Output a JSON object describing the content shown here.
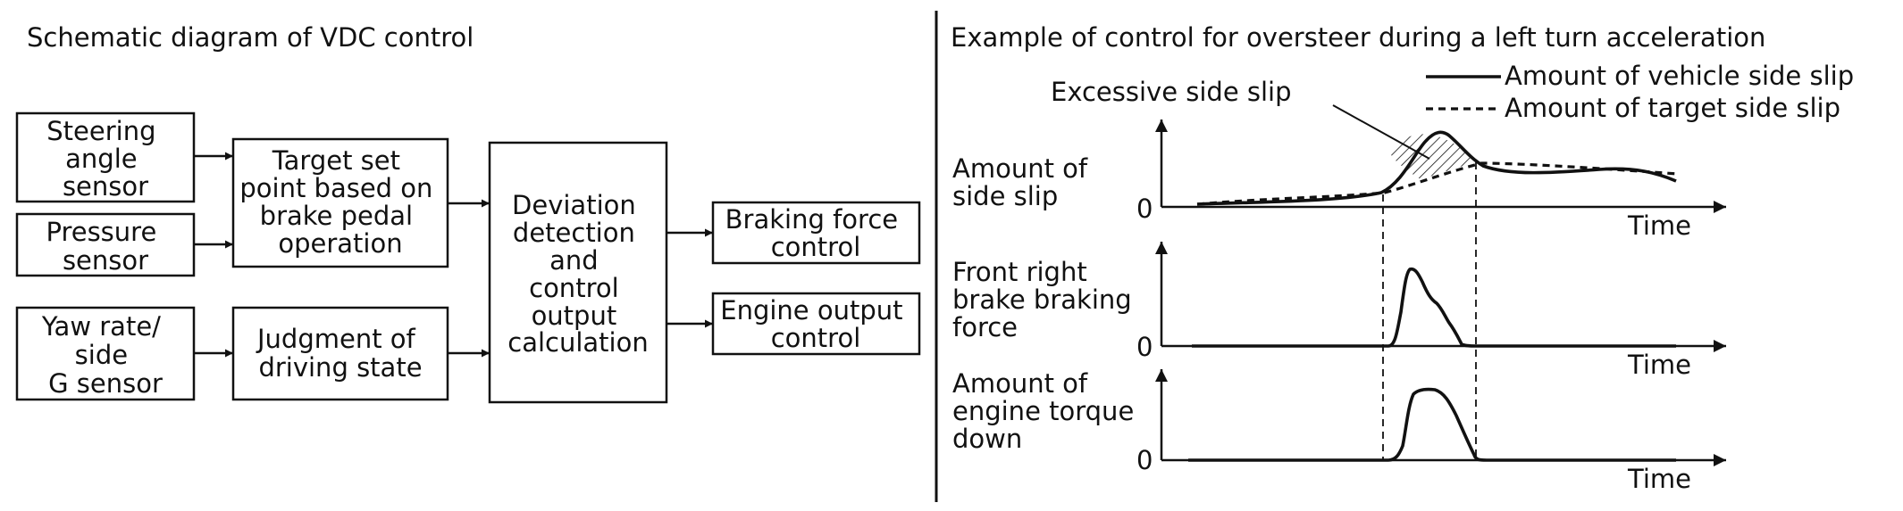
{
  "left": {
    "title": "Schematic diagram of VDC control",
    "boxes": {
      "steering": [
        "Steering",
        "angle",
        "sensor"
      ],
      "pressure": [
        "Pressure",
        "sensor"
      ],
      "yaw": [
        "Yaw rate/",
        "side",
        "G sensor"
      ],
      "target": [
        "Target set",
        "point based on",
        "brake pedal",
        "operation"
      ],
      "judgment": [
        "Judgment of",
        "driving state"
      ],
      "deviation": [
        "Deviation",
        "detection",
        "and",
        "control",
        "output",
        "calculation"
      ],
      "braking": [
        "Braking force",
        "control"
      ],
      "engine": [
        "Engine output",
        "control"
      ]
    }
  },
  "right": {
    "title": "Example of control for oversteer during a left turn acceleration",
    "annotation": "Excessive side slip",
    "legend": {
      "solid": "Amount of vehicle side slip",
      "dashed": "Amount of target side slip"
    },
    "panels": [
      {
        "ylabel": [
          "Amount of",
          "side slip"
        ],
        "zero": "0",
        "xlabel": "Time"
      },
      {
        "ylabel": [
          "Front right",
          "brake braking",
          "force"
        ],
        "zero": "0",
        "xlabel": "Time"
      },
      {
        "ylabel": [
          "Amount of",
          "engine torque",
          "down"
        ],
        "zero": "0",
        "xlabel": "Time"
      }
    ]
  }
}
